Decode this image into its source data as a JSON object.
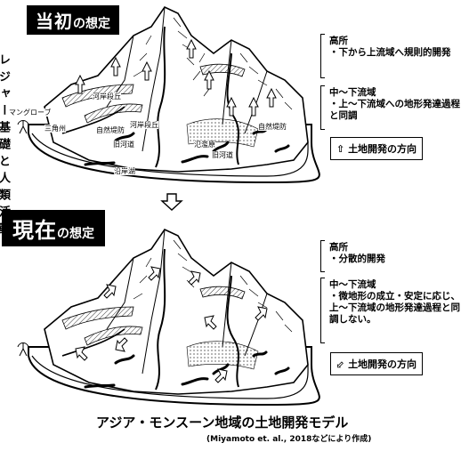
{
  "top": {
    "banner_main": "当初",
    "banner_suffix": "の想定",
    "labels": {
      "mangrove": "マングローブ",
      "delta": "三角州",
      "river_terrace_1": "河岸段丘",
      "natural_levee_1": "自然堤防",
      "river_terrace_2": "河岸段丘",
      "old_river_1": "旧河道",
      "lagoon": "沿岸湖",
      "floodplain": "氾濫原",
      "natural_levee_2": "自然堤防",
      "old_river_2": "旧河道"
    },
    "side": {
      "high_title": "高所",
      "high_text": "・下から上流域へ規則的開発",
      "mid_title": "中～下流域",
      "mid_text": "・上～下流域への地形発達過程と同調"
    },
    "legend": "土地開発の方向"
  },
  "bottom": {
    "banner_main": "現在",
    "banner_suffix": "の想定",
    "side": {
      "high_title": "高所",
      "high_text": "・分散的開発",
      "mid_title": "中～下流域",
      "mid_text": "・微地形の成立・安定に応じ、上～下流域の地形発達過程と同調しない。"
    },
    "legend": "土地開発の方向"
  },
  "left_vertical_text": "レジャー基礎と人類活動",
  "footer": {
    "title": "アジア・モンスーン地域の土地開発モデル",
    "citation": "(Miyamoto et. al., 2018などにより作成)"
  }
}
